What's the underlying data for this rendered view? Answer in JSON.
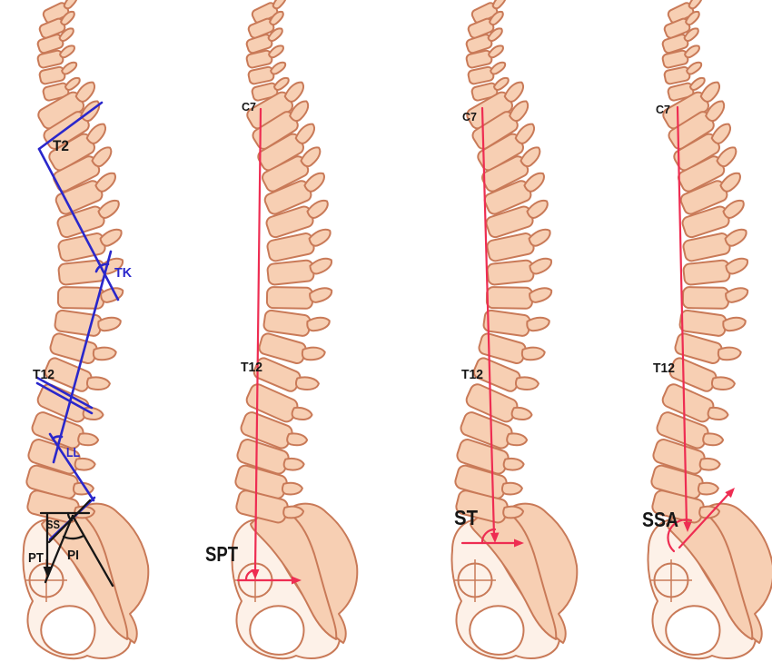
{
  "figure": {
    "panels": [
      {
        "name": "pelvic-and-regional-curvature-parameters",
        "labels": {
          "t2": "T2",
          "tk": "TK",
          "t12": "T12",
          "ll": "LL",
          "ss": "SS",
          "pt": "PT",
          "pi": "PI"
        }
      },
      {
        "name": "sagittal-pelvic-tilt",
        "labels": {
          "c7": "C7",
          "t12": "T12",
          "main": "SPT"
        }
      },
      {
        "name": "spinal-tilt",
        "labels": {
          "c7": "C7",
          "t12": "T12",
          "main": "ST"
        }
      },
      {
        "name": "spino-sacral-angle",
        "labels": {
          "c7": "C7",
          "t12": "T12",
          "main": "SSA"
        }
      }
    ],
    "colors": {
      "background": "#ffffff",
      "bone_fill": "#f7cfb3",
      "bone_fill_light": "#fdf1e8",
      "bone_outline": "#c97a58",
      "measure_blue": "#2a27cb",
      "measure_red": "#ee2d52",
      "measure_black": "#161616"
    }
  }
}
